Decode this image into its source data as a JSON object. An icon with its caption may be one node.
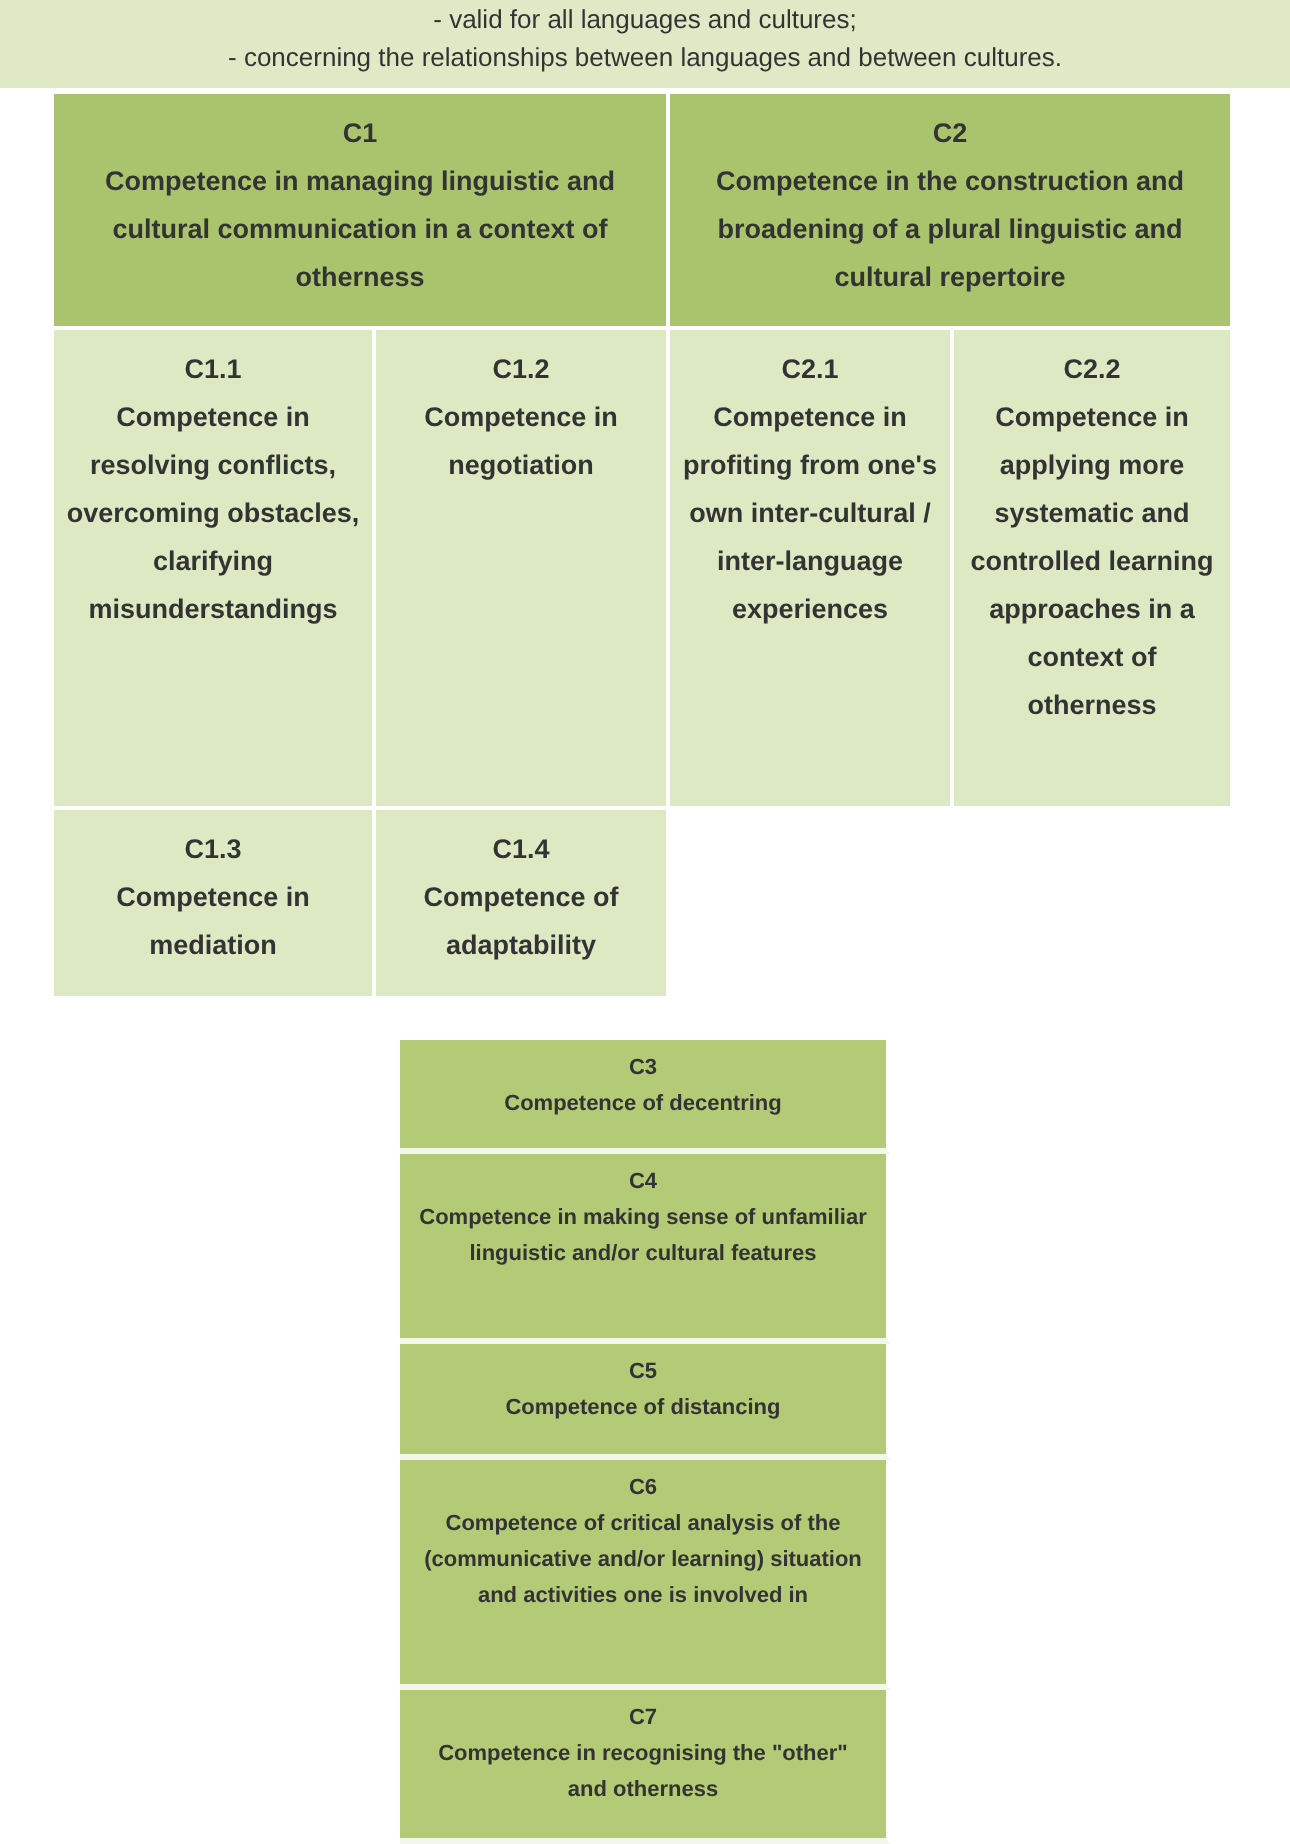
{
  "diagram": {
    "nodes": [
      {
        "text": [
          "- valid for all languages and cultures;",
          "- concerning the relationships between languages and between cultures."
        ]
      },
      {
        "text": [
          "C1",
          "Competence in managing linguistic and cultural communication in a context of otherness"
        ]
      },
      {
        "text": [
          "C2",
          "Competence in the construction and broadening of a plural linguistic and cultural repertoire"
        ]
      },
      {
        "text": [
          "C1.1",
          "Competence in resolving conflicts, overcoming obstacles, clarifying misunderstandings"
        ]
      },
      {
        "text": [
          "C1.2",
          "Competence in negotiation"
        ]
      },
      {
        "text": [
          "C2.1",
          "Competence in profiting from one's own inter-cultural / inter-language experiences"
        ]
      },
      {
        "text": [
          "C2.2",
          "Competence in applying more systematic and controlled learning approaches in a context of otherness"
        ]
      },
      {
        "text": [
          "C1.3",
          "Competence in mediation"
        ]
      },
      {
        "text": [
          "C1.4",
          "Competence of adaptability"
        ]
      },
      {
        "text": [
          "C3",
          "Competence of decentring"
        ]
      },
      {
        "text": [
          "C4",
          "Competence in making sense of unfamiliar linguistic and/or cultural features"
        ]
      },
      {
        "text": [
          "C5",
          "Competence of distancing"
        ]
      },
      {
        "text": [
          "C6",
          "Competence of critical analysis of the (communicative and/or learning) situation and activities one is involved in"
        ]
      },
      {
        "text": [
          "C7",
          "Competence in recognising the \"other\" and otherness"
        ]
      }
    ]
  }
}
